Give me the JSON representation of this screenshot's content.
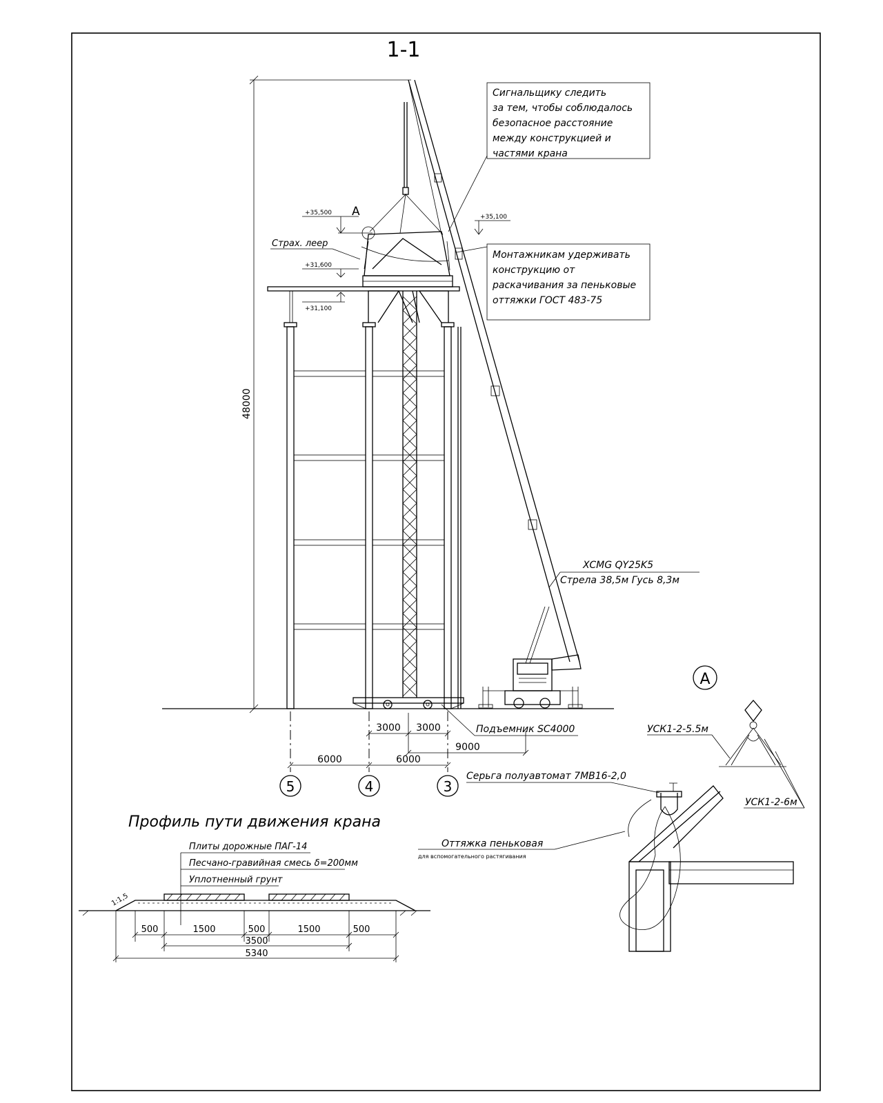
{
  "section_title": "1-1",
  "notes": {
    "signalman": [
      "Сигнальщику следить",
      "за тем, чтобы соблюдалось",
      "безопасное расстояние",
      "между конструкцией и",
      "частями крана"
    ],
    "installers": [
      "Монтажникам удерживать",
      "конструкцию от",
      "раскачивания за пеньковые",
      "оттяжки ГОСТ 483-75"
    ]
  },
  "elevations": {
    "top_left": "+35,500",
    "top_right": "+35,100",
    "mid": "+31,600",
    "low": "+31,100"
  },
  "callouts": {
    "node_a_small": "А",
    "guard_rail": "Страх. леер",
    "lift": "Подъемник SC4000",
    "crane_model": "XCMG QY25K5",
    "crane_boom": "Стрела 38,5м Гусь 8,3м"
  },
  "dimensions": {
    "height": "48000",
    "d3000a": "3000",
    "d3000b": "3000",
    "d9000": "9000",
    "d6000a": "6000",
    "d6000b": "6000"
  },
  "axes": [
    "5",
    "4",
    "3"
  ],
  "node_a": {
    "label": "А",
    "sling_1": "УСК1-2-5.5м",
    "sling_2": "УСК1-2-6м",
    "shackle": "Серьга полуавтомат 7МВ16-2,0",
    "hemp_guy": "Оттяжка пеньковая",
    "hemp_guy_sub": "для вспомогательного растягивания"
  },
  "profile": {
    "title": "Профиль пути движения крана",
    "layers": [
      "Плиты дорожные ПАГ-14",
      "Песчано-гравийная смесь δ=200мм",
      "Уплотненный грунт"
    ],
    "slope": "1:1,5",
    "dims": [
      "500",
      "1500",
      "500",
      "1500",
      "500"
    ],
    "total_1": "3500",
    "total_2": "5340"
  }
}
